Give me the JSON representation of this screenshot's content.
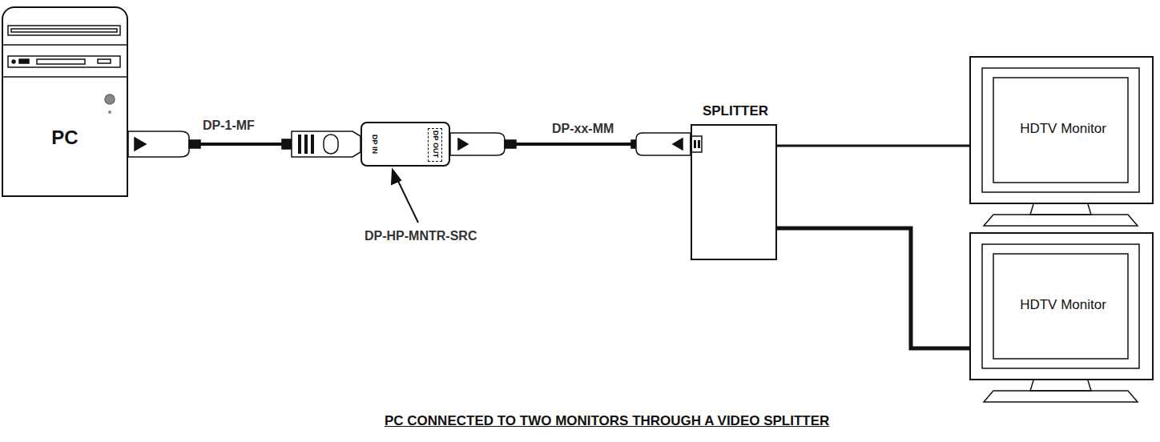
{
  "diagram": {
    "caption": "PC CONNECTED TO TWO MONITORS THROUGH A VIDEO SPLITTER",
    "nodes": [
      {
        "text": [
          "PC"
        ]
      },
      {
        "text": [
          "DP IN",
          "DP OUT"
        ]
      },
      {
        "text": [
          "SPLITTER"
        ]
      },
      {
        "text": [
          "HDTV Monitor"
        ]
      },
      {
        "text": [
          "HDTV Monitor"
        ]
      }
    ],
    "edges": [
      {
        "from": 0,
        "to": 1,
        "label": "DP-1-MF",
        "arrow": "none"
      },
      {
        "from": 1,
        "to": 2,
        "label": "DP-xx-MM",
        "arrow": "none"
      },
      {
        "from": 2,
        "to": 3,
        "arrow": "none"
      },
      {
        "from": 2,
        "to": 4,
        "arrow": "none"
      }
    ],
    "labels": [
      "DP-HP-MNTR-SRC"
    ]
  }
}
